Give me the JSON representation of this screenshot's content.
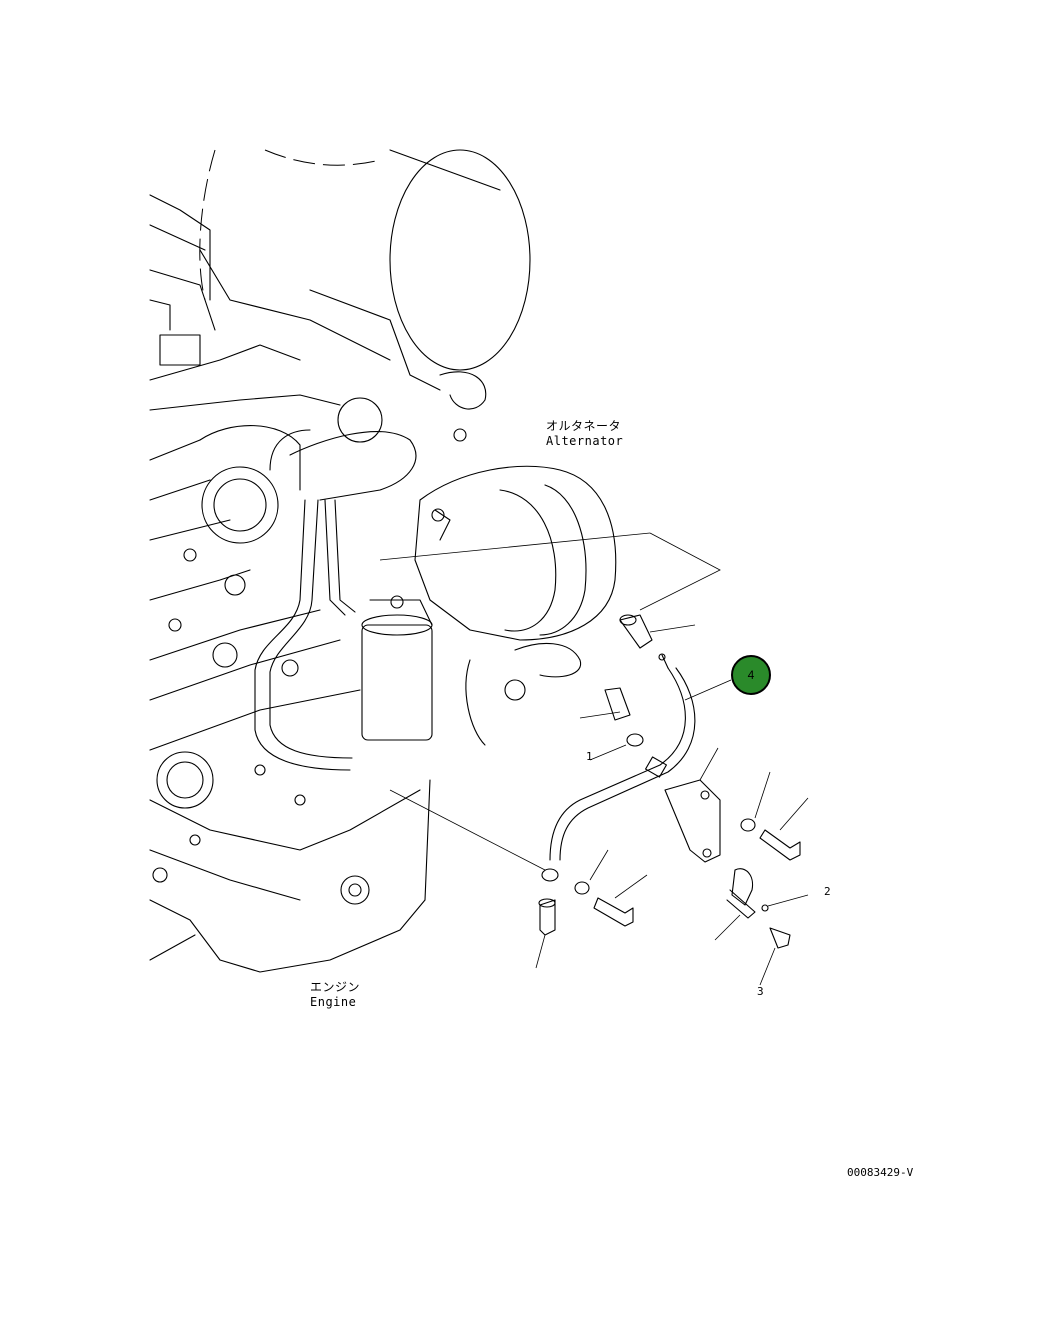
{
  "labels": {
    "alternator_jp": "オルタネータ",
    "alternator_en": "Alternator",
    "engine_jp": "エンジン",
    "engine_en": "Engine"
  },
  "callouts": {
    "main_number": "4",
    "ref_2": "2",
    "ref_3": "3",
    "ref_1": "1"
  },
  "drawing_number": "00083429-V",
  "colors": {
    "callout_fill": "#2a8a2a",
    "line": "#000000",
    "background": "#ffffff"
  }
}
